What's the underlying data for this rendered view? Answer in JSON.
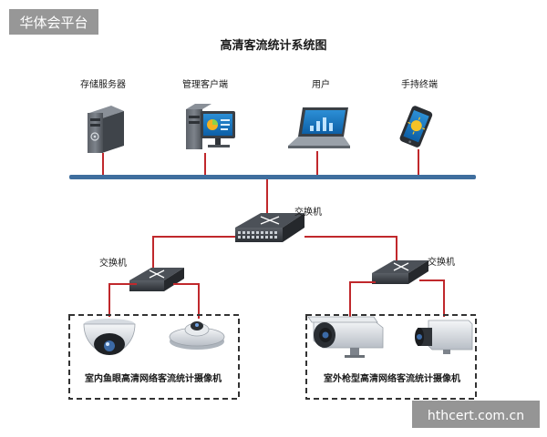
{
  "watermark_top": "华体会平台",
  "title": "高清客流统计系统图",
  "top_devices": [
    {
      "label": "存储服务器",
      "icon": "storage-server-icon"
    },
    {
      "label": "管理客户端",
      "icon": "management-client-icon"
    },
    {
      "label": "用户",
      "icon": "laptop-user-icon"
    },
    {
      "label": "手持终端",
      "icon": "handheld-terminal-icon"
    }
  ],
  "switches": {
    "core": "交换机",
    "left": "交换机",
    "right": "交换机"
  },
  "groups": {
    "indoor": "室内鱼眼高清网络客流统计摄像机",
    "outdoor": "室外枪型高清网络客流统计摄像机"
  },
  "watermark_bottom": "hthcert.com.cn",
  "colors": {
    "bus": "#3f6e9e",
    "link": "#c0282c",
    "group_border": "#333333"
  }
}
